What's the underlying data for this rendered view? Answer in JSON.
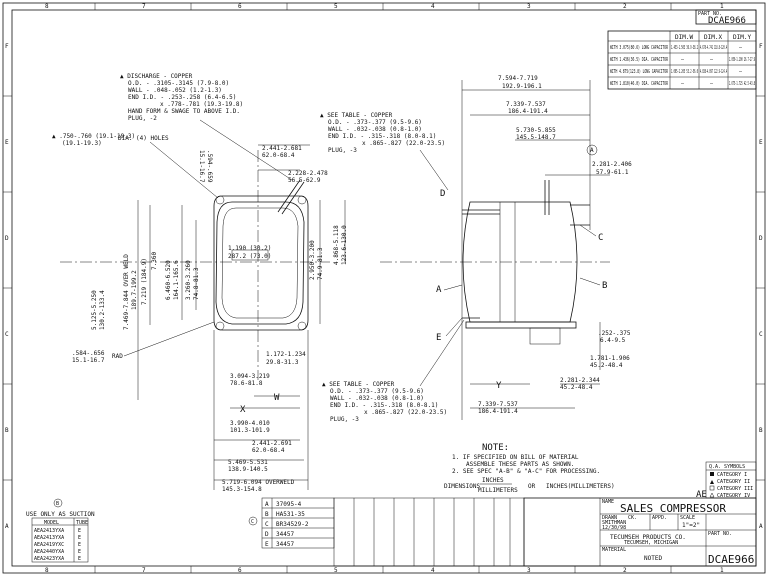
{
  "part_no_top": {
    "label": "PART NO.",
    "value": "DCAE966"
  },
  "dim_table": {
    "headers": [
      "DIM.W",
      "DIM.X",
      "DIM.Y"
    ],
    "rows": [
      {
        "label": "WITH 3.075(80.6) LONG CAPACITOR",
        "w": "1.453-1.503 36.9-38.2",
        "x": "4.678-4.741 118.8-120.4",
        "y": "—"
      },
      {
        "label": "WITH 1.436(36.5) DIA. CAPACITOR",
        "w": "—",
        "x": "—",
        "y": "1.050-1.100 26.7-27.9"
      },
      {
        "label": "WITH 4.875(123.8) LONG CAPACITOR",
        "w": "1.095-2.205 53.2-56.0",
        "x": "4.838-4.897 122.9-124.4",
        "y": "—"
      },
      {
        "label": "WITH 1.810(46.0) DIA. CAPACITOR",
        "w": "—",
        "x": "—",
        "y": "1.675-1.725 42.5-43.8"
      }
    ]
  },
  "border": {
    "top": [
      "8",
      "7",
      "6",
      "5",
      "4",
      "3",
      "2",
      "1"
    ],
    "bottom": [
      "8",
      "7",
      "6",
      "5",
      "4",
      "3",
      "2",
      "1"
    ],
    "left": [
      "F",
      "E",
      "D",
      "C",
      "B",
      "A"
    ],
    "right": [
      "F",
      "E",
      "D",
      "C",
      "B",
      "A"
    ]
  },
  "left_view": {
    "discharge": "▲ DISCHARGE - COPPER",
    "discharge_od": "O.D. - .3105-.3145 (7.9-8.0)",
    "discharge_wall": "WALL - .048-.052 (1.2-1.3)",
    "discharge_end": "END I.D. - .253-.258 (6.4-6.5)",
    "discharge_x": "x .778-.781 (19.3-19.8)",
    "discharge_note": "HAND FORM & SWAGE TO ABOVE I.D.",
    "discharge_plug": "PLUG, -2",
    "holes_dim": "▲ .750-.760 (19.1-19.3)",
    "holes_label": "DIA. (4) HOLES",
    "d1": "2.441-2.681",
    "d1m": "62.0-68.4",
    "d2": "2.228-2.478",
    "d2m": "56.5-62.9",
    "d3": ".594-.659",
    "d3m": "15.1-16.7",
    "d4": "5.125-5.250",
    "d4m": "130.2-133.4",
    "d5": "7.469-7.844 OVER WELD",
    "d5m": "189.7-199.2",
    "d6": "7.219 (184.9)",
    "d7": "7.360",
    "d8": "6.460-6.520",
    "d8m": "164.1-165.6",
    "d9": "3.260-3.260",
    "d9m": "74.8-81.3",
    "d10": "2.950-3.200",
    "d10m": "74.9-81.3",
    "d11": "4.868-5.118",
    "d11m": "123.6-130.0",
    "d12": ".584-.656",
    "d12m": "15.1-16.7",
    "rad": "RAD",
    "d13": "1.172-1.234",
    "d13m": "29.8-31.3",
    "d14": "3.094-3.219",
    "d14m": "78.6-81.8",
    "d15": "3.990-4.010",
    "d15m": "101.3-101.9",
    "d16": "2.441-2.691",
    "d16m": "62.0-68.4",
    "d17": "5.469-5.531",
    "d17m": "138.9-140.5",
    "d18": "5.719-6.094 OVERWELD",
    "d18m": "145.3-154.8",
    "lbl_w": "W",
    "lbl_x": "X",
    "small_dim": "1.190 (30.2)",
    "small_dim2": "287.2 (73.0)"
  },
  "right_view": {
    "see_table_top": "▲ SEE TABLE - COPPER",
    "st_od": "O.D. - .373-.377 (9.5-9.6)",
    "st_wall": "WALL - .032-.038 (0.8-1.0)",
    "st_end": "END I.D. - .315-.318 (8.0-8.1)",
    "st_x": "x .865-.827 (22.0-23.5)",
    "st_plug": "PLUG, -3",
    "r1": "7.594-7.719",
    "r1m": "192.9-196.1",
    "r2": "7.339-7.537",
    "r2m": "186.4-191.4",
    "r3": "5.730-5.855",
    "r3m": "145.5-148.7",
    "r4": "2.281-2.406",
    "r4m": "57.9-61.1",
    "r5": ".252-.375",
    "r5m": "6.4-9.5",
    "r6": "1.781-1.906",
    "r6m": "45.2-48.4",
    "r7": "2.281-2.344",
    "r7m": "45.2-48.4",
    "r8": "7.339-7.537",
    "r8m": "186.4-191.4",
    "lbl_a": "A",
    "lbl_b": "B",
    "lbl_c": "C",
    "lbl_d": "D",
    "lbl_e": "E",
    "lbl_y": "Y",
    "circle_a": "A",
    "see_table_bot": "▲ SEE TABLE - COPPER",
    "sb_od": "O.D. - .373-.377 (9.5-9.6)",
    "sb_wall": "WALL - .032-.038 (0.8-1.0)",
    "sb_end": "END I.D. - .315-.318 (8.0-8.1)",
    "sb_x": "x .865-.827 (22.0-23.5)",
    "sb_plug": "PLUG, -3"
  },
  "notes": {
    "title": "NOTE:",
    "n1a": "1.  IF SPECIFIED ON BILL OF MATERIAL",
    "n1b": "ASSEMBLE THESE PARTS AS SHOWN.",
    "n2": "2.  SEE SPEC \"A-B\" & \"A-C\" FOR PROCESSING.",
    "units_top": "INCHES",
    "dim_label": "DIMENSIONS",
    "units_bottom": "MILLIMETERS",
    "or": "OR",
    "alt": "INCHES(MILLIMETERS)"
  },
  "suction": {
    "circle": "B",
    "title": "USE ONLY AS SUCTION",
    "col_model": "MODEL",
    "col_tube": "TUBE",
    "rows": [
      {
        "model": "AEA2413YXA",
        "tube": "E"
      },
      {
        "model": "AEA2413YXA",
        "tube": "E"
      },
      {
        "model": "AEA2419YXC",
        "tube": "E"
      },
      {
        "model": "AEA2440YXA",
        "tube": "E"
      },
      {
        "model": "AEA2423YXA",
        "tube": "E"
      }
    ]
  },
  "revisions": {
    "circle": "C",
    "rows": [
      {
        "letter": "A",
        "code": "37095-4"
      },
      {
        "letter": "B",
        "code": "HA531-35"
      },
      {
        "letter": "C",
        "code": "BR34529-2"
      },
      {
        "letter": "D",
        "code": "34457"
      },
      {
        "letter": "E",
        "code": "34457"
      }
    ]
  },
  "title_block": {
    "name_label": "NAME",
    "name": "SALES COMPRESSOR",
    "company": "TECUMSEH PRODUCTS CO.",
    "company_sub": "TECUMSEH, MICHIGAN",
    "scale_label": "SCALE",
    "scale": "1\"=2\"",
    "material_label": "MATERIAL",
    "material": "NOTED",
    "part_label": "PART NO.",
    "part": "DCAE966",
    "ae": "AE",
    "drawn_label": "DRAWN",
    "drawn": "SMITHMAN",
    "date": "12/30/98",
    "ck_label": "CK.",
    "appd_label": "APPD."
  },
  "symbols": {
    "title": "Q.A. SYMBOLS",
    "rows": [
      "CATEGORY I",
      "CATEGORY II",
      "CATEGORY III",
      "CATEGORY IV"
    ]
  }
}
